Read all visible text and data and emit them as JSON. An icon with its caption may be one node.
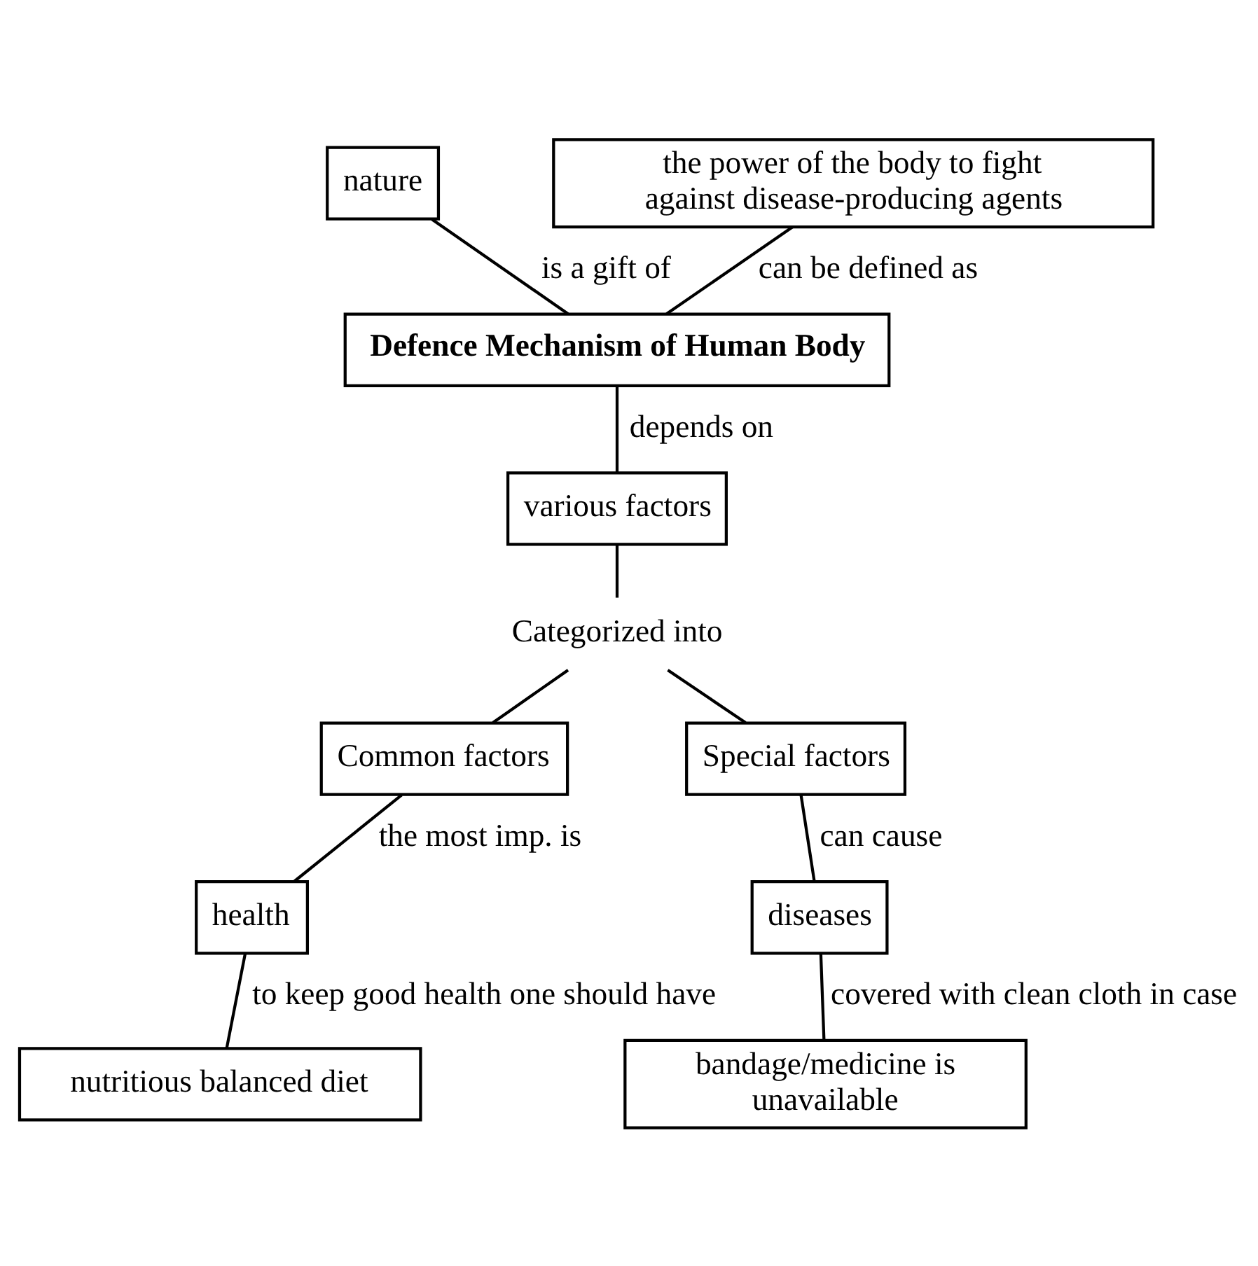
{
  "diagram": {
    "nodes": [
      {
        "text": [
          "nature"
        ]
      },
      {
        "text": [
          "the power of the body to fight against disease-producing agents"
        ]
      },
      {
        "text": [
          "Defence Mechanism of Human Body"
        ]
      },
      {
        "text": [
          "various factors"
        ]
      },
      {
        "text": [
          "Categorized into"
        ]
      },
      {
        "text": [
          "Common factors"
        ]
      },
      {
        "text": [
          "Special factors"
        ]
      },
      {
        "text": [
          "health"
        ]
      },
      {
        "text": [
          "diseases"
        ]
      },
      {
        "text": [
          "nutritious balanced diet"
        ]
      },
      {
        "text": [
          "bandage/medicine is unavailable"
        ]
      }
    ],
    "edges": [
      {
        "from": 0,
        "to": 2,
        "arrow": "none",
        "label": "is a gift of"
      },
      {
        "from": 1,
        "to": 2,
        "arrow": "none",
        "label": "can be defined as"
      },
      {
        "from": 2,
        "to": 3,
        "arrow": "none",
        "label": "depends on"
      },
      {
        "from": 3,
        "to": 4,
        "arrow": "none"
      },
      {
        "from": 4,
        "to": 5,
        "arrow": "none"
      },
      {
        "from": 4,
        "to": 6,
        "arrow": "none"
      },
      {
        "from": 5,
        "to": 7,
        "arrow": "none",
        "label": "the most imp. is"
      },
      {
        "from": 6,
        "to": 8,
        "arrow": "none",
        "label": "can cause"
      },
      {
        "from": 7,
        "to": 9,
        "arrow": "none",
        "label": "to keep good health one should have"
      },
      {
        "from": 8,
        "to": 10,
        "arrow": "none",
        "label": "covered with clean cloth in case"
      }
    ]
  }
}
